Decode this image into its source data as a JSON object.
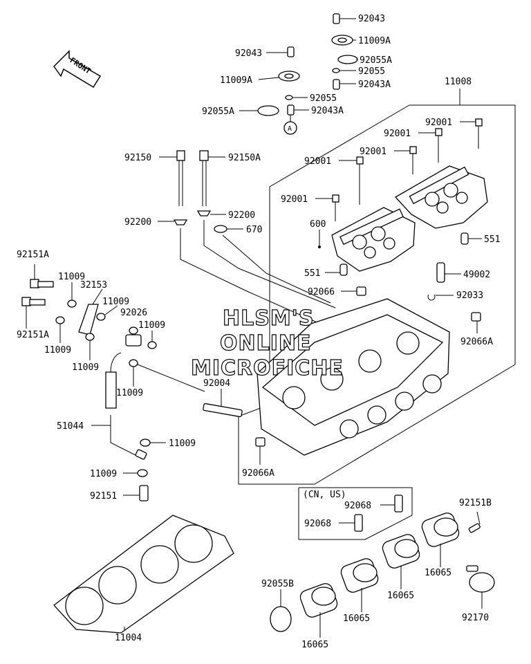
{
  "front_arrow": {
    "label": "FRONT"
  },
  "watermark": {
    "lines": [
      "HLSM'S",
      "ONLINE",
      "MICROFICHE"
    ]
  },
  "callout_a": "A",
  "note": "(CN, US)",
  "labels": {
    "l92043_top": "92043",
    "l11009A_top": "11009A",
    "l92055A_top": "92055A",
    "l92055_top": "92055",
    "l92043A_top": "92043A",
    "l92043_left": "92043",
    "l11009A_left": "11009A",
    "l92055_left": "92055",
    "l92055A_left": "92055A",
    "l92043A_left": "92043A",
    "l11008": "11008",
    "l92001_a": "92001",
    "l92001_b": "92001",
    "l92001_c": "92001",
    "l92001_d": "92001",
    "l92001_e": "92001",
    "l92150": "92150",
    "l92150A": "92150A",
    "l92200_r": "92200",
    "l92200_l": "92200",
    "l670": "670",
    "l600": "600",
    "l551_r": "551",
    "l551_l": "551",
    "l49002": "49002",
    "l92066": "92066",
    "l92033": "92033",
    "l92066A_r": "92066A",
    "l92151A_top": "92151A",
    "l11009_1": "11009",
    "l32153": "32153",
    "l11009_2": "11009",
    "l92026": "92026",
    "l11009_3": "11009",
    "l92151A_bot": "92151A",
    "l11009_4": "11009",
    "l11009_5": "11009",
    "l11009_6": "11009",
    "l92004": "92004",
    "l51044": "51044",
    "l11009_7": "11009",
    "l11009_8": "11009",
    "l92151": "92151",
    "l92066A_b": "92066A",
    "l92068_a": "92068",
    "l92068_b": "92068",
    "l92151B": "92151B",
    "l92055B": "92055B",
    "l16065_a": "16065",
    "l16065_b": "16065",
    "l16065_c": "16065",
    "l16065_d": "16065",
    "l92170": "92170",
    "l11004": "11004"
  }
}
